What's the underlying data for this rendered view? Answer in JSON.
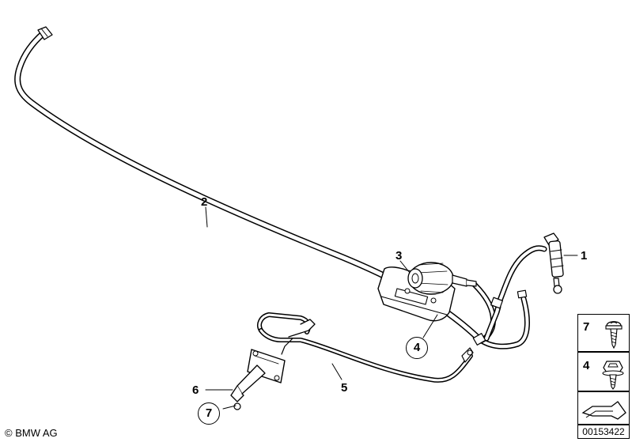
{
  "callouts": {
    "part_1": "1",
    "part_2": "2",
    "part_3": "3",
    "part_4": "4",
    "part_5": "5",
    "part_6": "6",
    "part_7": "7"
  },
  "legend": {
    "item_7": "7",
    "item_4": "4"
  },
  "footer": {
    "copyright": "© BMW AG",
    "document_number": "00153422"
  }
}
